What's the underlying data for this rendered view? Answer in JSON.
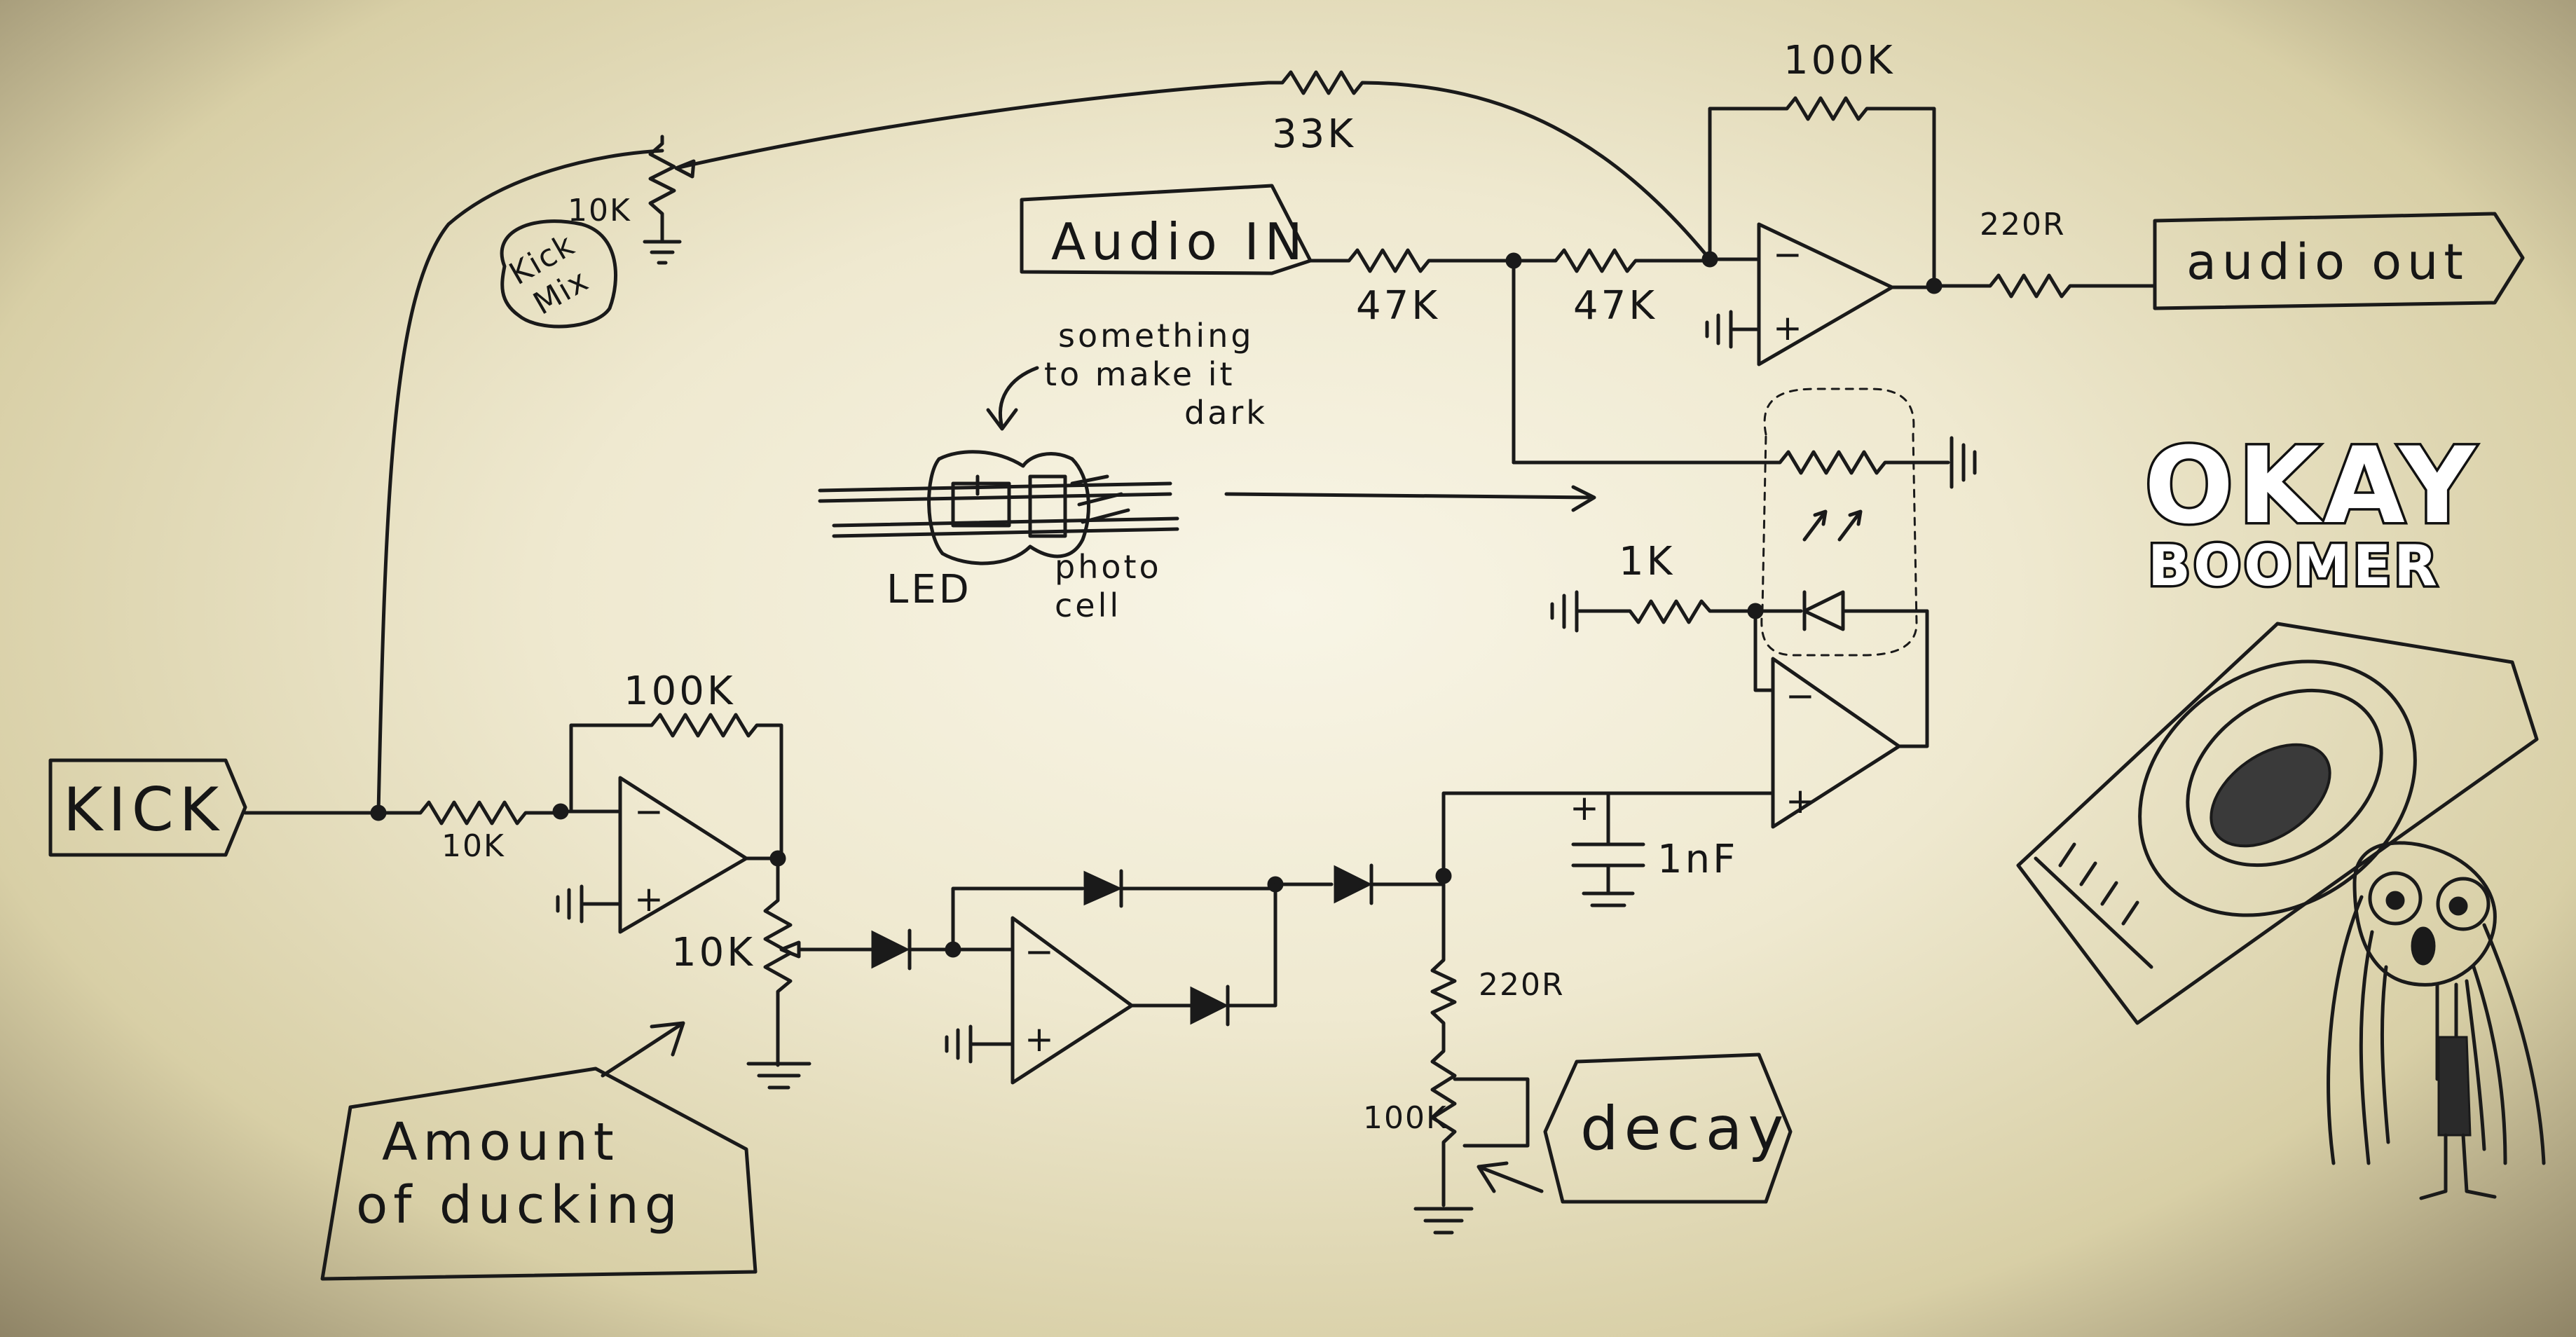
{
  "labels": {
    "kick": "KICK",
    "kick_mix_line1": "Kick",
    "kick_mix_line2": "Mix",
    "audio_in": "Audio IN",
    "audio_out": "audio out",
    "amount_line1": "Amount",
    "amount_line2": "of ducking",
    "decay": "decay",
    "led": "LED",
    "photo_line1": "photo",
    "photo_line2": "cell",
    "note_line1": "something",
    "note_line2": "to make it",
    "note_line3": "dark",
    "title_line1": "OKAY",
    "title_line2": "BOOMER"
  },
  "components": {
    "r_feedback_top": "100K",
    "r_mix": "33K",
    "r_in1": "47K",
    "r_in2": "47K",
    "r_out": "220R",
    "pot_kick_mix": "10K",
    "r_kick_in": "10K",
    "r_kick_fb": "100K",
    "pot_ducking": "10K",
    "r_led": "1K",
    "cap": "1nF",
    "r_decay": "220R",
    "pot_decay": "100K"
  },
  "colors": {
    "ink": "#1a1a1a",
    "paper": "#f3efdc",
    "paper_edge": "#8f8466"
  },
  "icons": {
    "speaker": "speaker-icon",
    "character": "character-doodle"
  }
}
